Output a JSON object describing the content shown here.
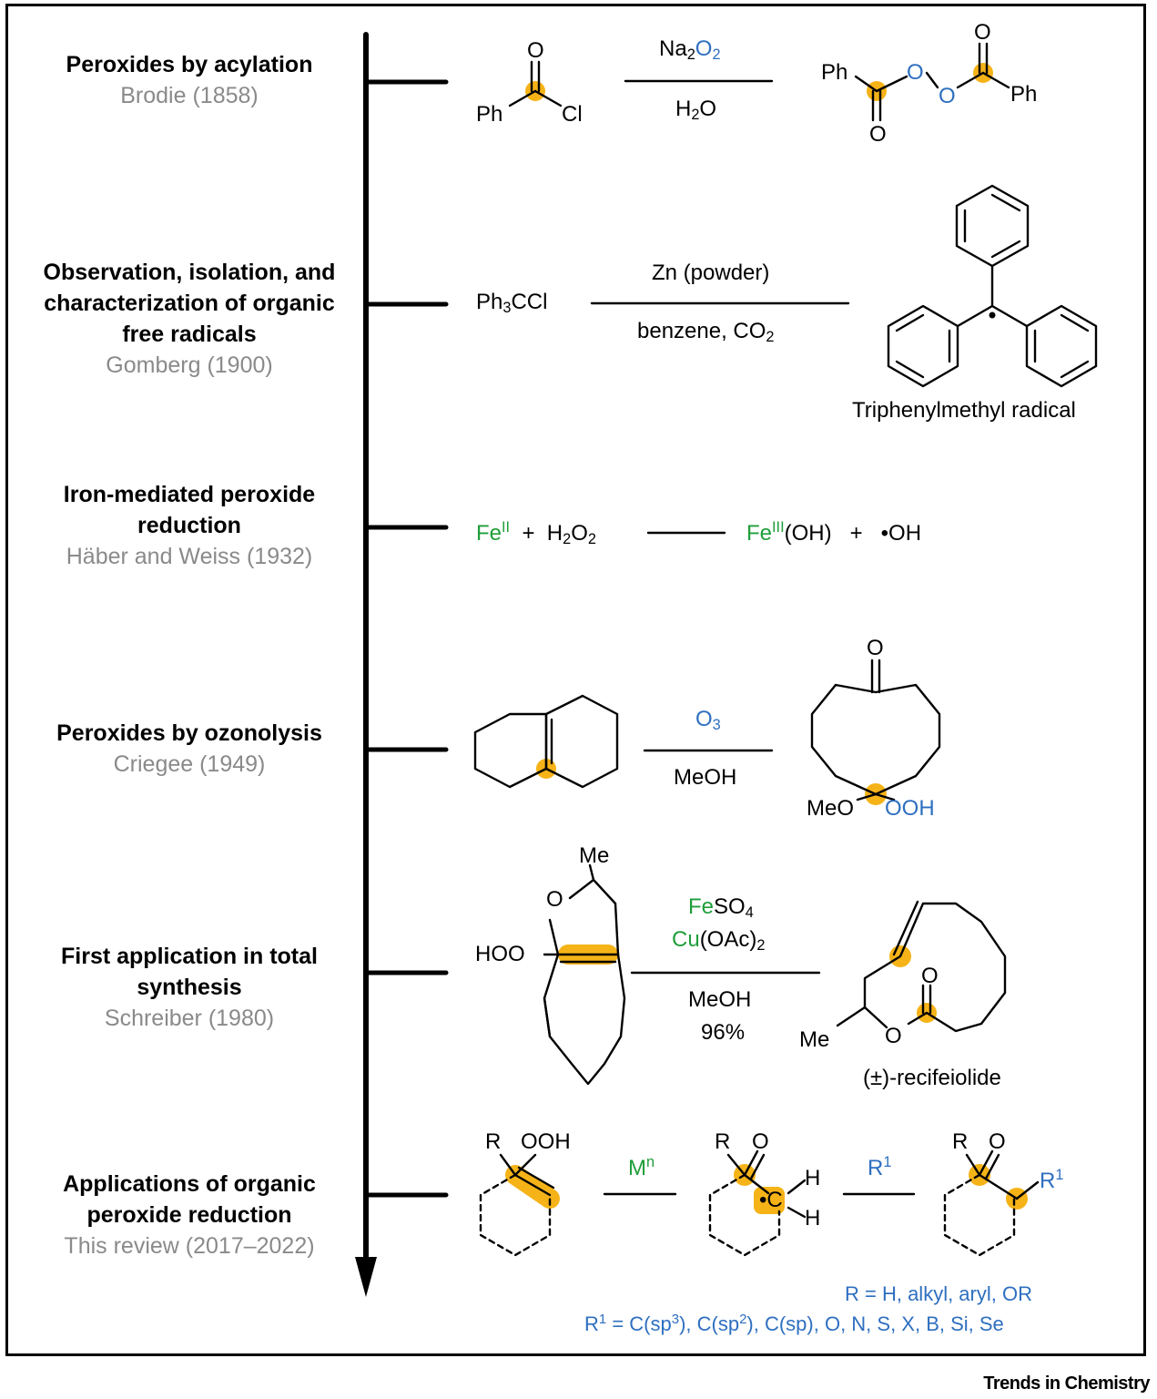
{
  "milestones": [
    {
      "title": "Peroxides by acylation",
      "attribution": "Brodie (1858)"
    },
    {
      "title": "Observation, isolation, and characterization of organic free radicals",
      "attribution": "Gomberg (1900)"
    },
    {
      "title": "Iron-mediated peroxide reduction",
      "attribution": "Häber and Weiss (1932)"
    },
    {
      "title": "Peroxides by ozonolysis",
      "attribution": "Criegee (1949)"
    },
    {
      "title": "First application in total synthesis",
      "attribution": "Schreiber (1980)"
    },
    {
      "title": "Applications of organic peroxide reduction",
      "attribution": "This review (2017–2022)"
    }
  ],
  "reactions": {
    "acylation": {
      "reagent_na": "Na",
      "reagent_2a": "2",
      "reagent_o": "O",
      "reagent_2b": "2",
      "solvent_h": "H",
      "solvent_2": "2",
      "solvent_o": "O",
      "sm_o": "O",
      "sm_ph": "Ph",
      "sm_cl": "Cl",
      "prod_o1": "O",
      "prod_ph1": "Ph",
      "prod_o2": "O",
      "prod_o3": "O",
      "prod_o4": "O",
      "prod_ph2": "Ph"
    },
    "gomberg": {
      "sm_ph": "Ph",
      "sm_3": "3",
      "sm_ccl": "CCl",
      "reagent": "Zn (powder)",
      "solvent": "benzene, CO",
      "solvent_sub": "2",
      "product_name": "Triphenylmethyl radical"
    },
    "fenton": {
      "fe": "Fe",
      "fe_ox": "II",
      "plus1": "+",
      "h": "H",
      "h_sub": "2",
      "o": "O",
      "o_sub": "2",
      "fe2": "Fe",
      "fe2_ox": "III",
      "oh": "(OH)",
      "plus2": "+",
      "radical": "•OH"
    },
    "criegee": {
      "reagent": "O",
      "reagent_sub": "3",
      "solvent": "MeOH",
      "prod_o": "O",
      "prod_meo": "MeO",
      "prod_ooh": "OOH"
    },
    "schreiber": {
      "sm_me": "Me",
      "sm_o": "O",
      "sm_hoo": "HOO",
      "reagent1_fe": "Fe",
      "reagent1_rest": "SO",
      "reagent1_sub": "4",
      "reagent2_cu": "Cu",
      "reagent2_rest": "(OAc)",
      "reagent2_sub": "2",
      "solvent": "MeOH",
      "yield": "96%",
      "prod_o1": "O",
      "prod_me": "Me",
      "prod_o2": "O",
      "product_name": "(±)-recifeiolide"
    },
    "review": {
      "sm_r": "R",
      "sm_ooh": "OOH",
      "reagent1": "M",
      "reagent1_sup": "n",
      "int_r": "R",
      "int_o": "O",
      "int_h1": "H",
      "int_c": "•C",
      "int_h2": "H",
      "reagent2": "R",
      "reagent2_sup": "1",
      "prod_r": "R",
      "prod_o": "O",
      "prod_r1": "R",
      "prod_r1_sup": "1",
      "note1": "R = H, alkyl, aryl, OR",
      "note2_a": "R",
      "note2_a_sup": "1",
      "note2_b": " = C(sp",
      "note2_b_sup": "3",
      "note2_c": "), C(sp",
      "note2_c_sup": "2",
      "note2_d": "), C(sp), O, N, S, X, B, Si, Se"
    }
  },
  "brand": "Trends in Chemistry",
  "colors": {
    "highlight": "#f5b318",
    "blue_text": "#2e6fc0",
    "green_text": "#1f9e3a",
    "gray_text": "#8a8a8a"
  }
}
